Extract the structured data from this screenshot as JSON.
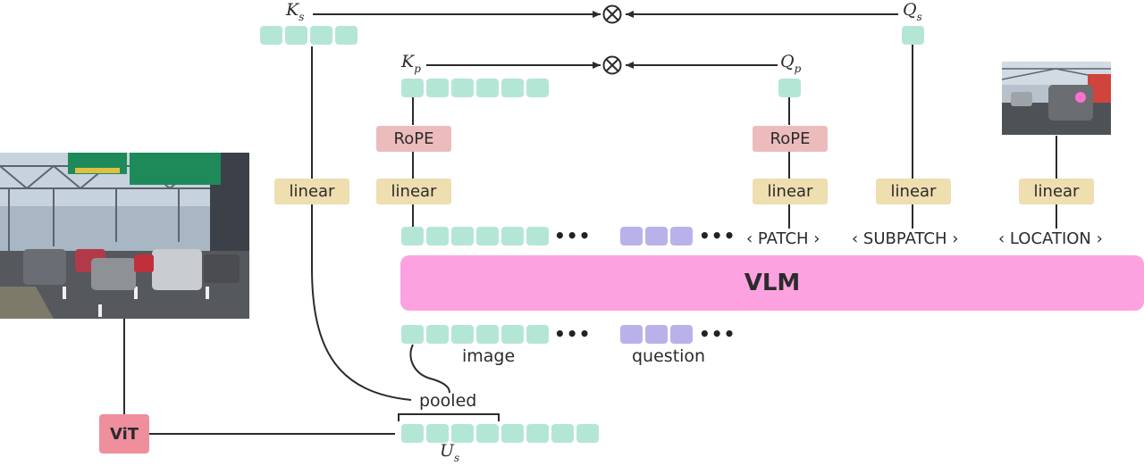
{
  "labels": {
    "ks_main": "K",
    "ks_sub": "s",
    "qs_main": "Q",
    "qs_sub": "s",
    "kp_main": "K",
    "kp_sub": "p",
    "qp_main": "Q",
    "qp_sub": "p",
    "us_main": "U",
    "us_sub": "s",
    "pooled": "pooled",
    "image": "image",
    "question": "question"
  },
  "boxes": {
    "linear": "linear",
    "rope": "RoPE",
    "vit": "ViT",
    "vlm": "VLM"
  },
  "special_tokens": {
    "patch": "‹ PATCH ›",
    "subpatch": "‹ SUBPATCH ›",
    "location": "‹ LOCATION ›"
  },
  "ellipsis": "•••",
  "colors": {
    "image_token": "#b4e6d6",
    "question_token": "#b9b2ea",
    "linear_box": "#eedeb0",
    "rope_box": "#ecbcbc",
    "vit_box": "#ef8f9e",
    "vlm_bar": "#fca2e0"
  }
}
